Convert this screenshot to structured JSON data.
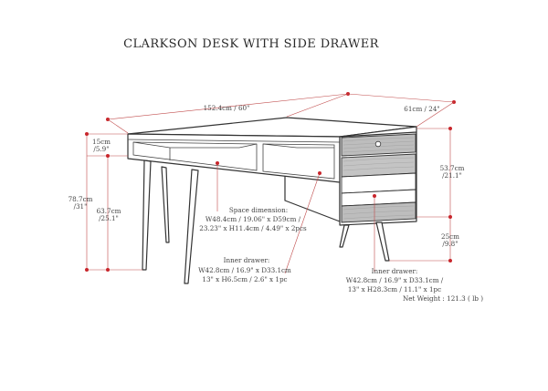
{
  "title": "CLARKSON DESK WITH SIDE DRAWER",
  "dimensions": {
    "width": "152.4cm / 60\"",
    "depth": "61cm / 24\"",
    "top_thickness_cm": "15cm",
    "top_thickness_in": "/5.9\"",
    "total_height_cm": "78.7cm",
    "total_height_in": "/31\"",
    "leg_height_cm": "63.7cm",
    "leg_height_in": "/25.1\"",
    "cabinet_height_cm": "53.7cm",
    "cabinet_height_in": "/21.1\"",
    "cabinet_clearance_cm": "25cm",
    "cabinet_clearance_in": "/9.8\""
  },
  "notes": {
    "space": {
      "heading": "Space dimension:",
      "line1": "W48.4cm / 19.06\" x D59cm /",
      "line2": "23.23\" x H11.4cm / 4.49\" x 2pcs"
    },
    "inner_drawer_small": {
      "heading": "Inner drawer:",
      "line1": "W42.8cm / 16.9\" x D33.1cm",
      "line2": "13\" x H6.5cm / 2.6\" x 1pc"
    },
    "inner_drawer_large": {
      "heading": "Inner drawer:",
      "line1": "W42.8cm / 16.9\" x D33.1cm /",
      "line2": "13\" x H28.3cm / 11.1\" x 1pc"
    }
  },
  "net_weight": "Net Weight : 121.3 ( lb )",
  "colors": {
    "dimension_line": "#c04a4a",
    "dimension_dot": "#c8262c",
    "outline": "#333333"
  }
}
